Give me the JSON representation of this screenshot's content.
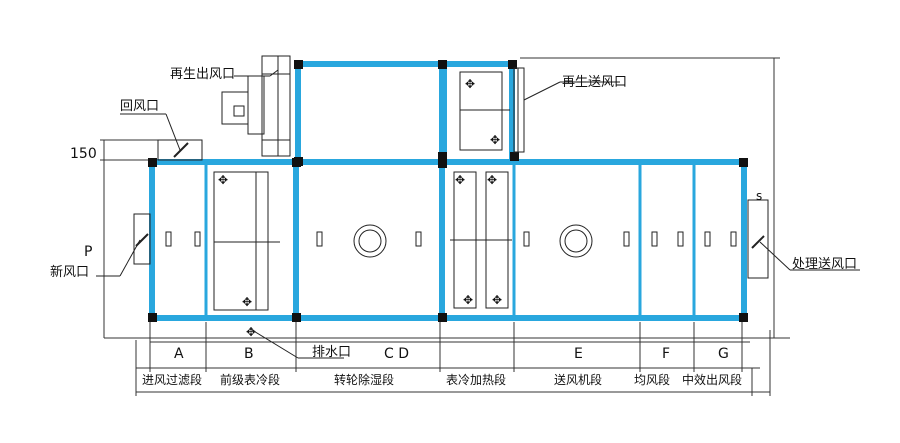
{
  "labels": {
    "regen_exhaust": "再生出风口",
    "regen_supply": "再生送风口",
    "return_air": "回风口",
    "fresh_air": "新风口",
    "process_supply": "处理送风口",
    "drain": "排水口",
    "dim_150": "150",
    "dim_p": "P",
    "dim_s": "s"
  },
  "sections": {
    "letters": [
      "A",
      "B",
      "C D",
      "E",
      "F",
      "G"
    ],
    "names": [
      "进风过滤段",
      "前级表冷段",
      "转轮除湿段",
      "表冷加热段",
      "送风机段",
      "均风段",
      "中效出风段"
    ]
  },
  "colors": {
    "frame": "#29a7de",
    "line": "#222222"
  }
}
